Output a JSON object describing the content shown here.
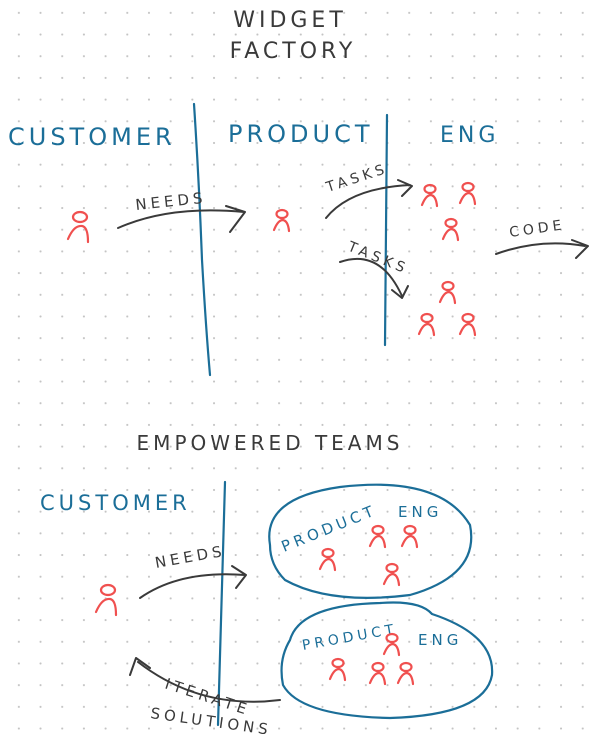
{
  "title": {
    "line1": "WIDGET",
    "line2": "FACTORY"
  },
  "factory": {
    "lanes": {
      "customer": "CUSTOMER",
      "product": "PRODUCT",
      "eng": "ENG"
    },
    "arrows": {
      "needs": "NEEDS",
      "tasks1": "TASKS",
      "tasks2": "TASKS",
      "code": "CODE"
    }
  },
  "empowered": {
    "heading": "EMPOWERED TEAMS",
    "customer": "CUSTOMER",
    "needs": "NEEDS",
    "team1": {
      "product": "PRODUCT",
      "eng": "ENG"
    },
    "team2": {
      "product": "PRODUCT",
      "eng": "ENG"
    },
    "iterate": "ITERATE",
    "solutions": "SOLUTIONS"
  },
  "colors": {
    "ink_blue": "#1b6e98",
    "ink_red": "#f0504f",
    "ink_dark": "#3a3a3a"
  }
}
